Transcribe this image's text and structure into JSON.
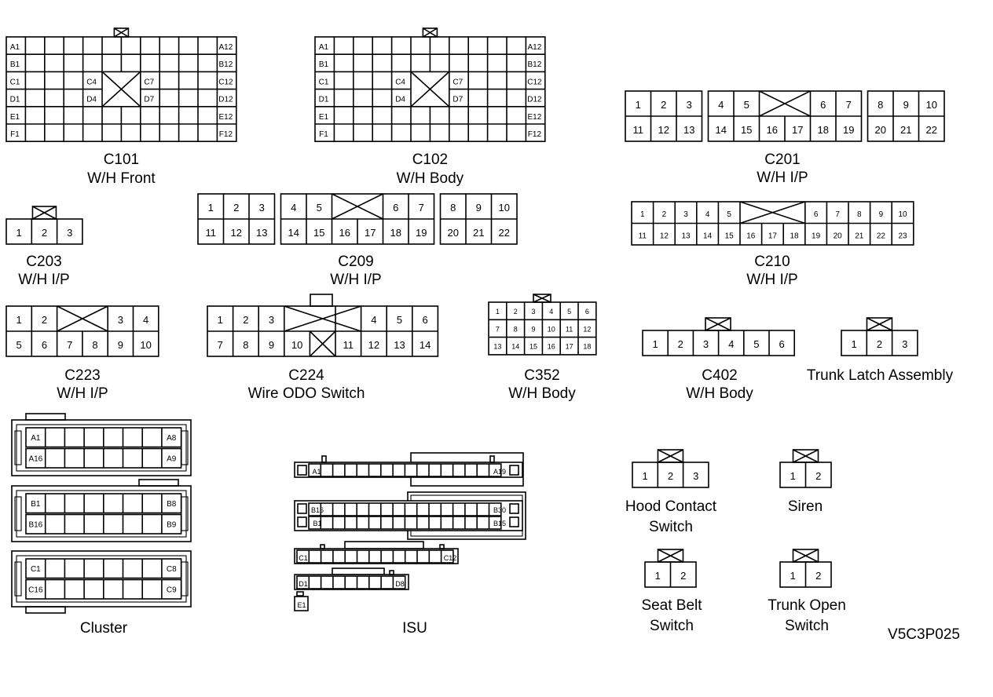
{
  "figure_id": "V5C3P025",
  "connectors": {
    "C101": {
      "code": "C101",
      "name": "W/H Front",
      "labels": [
        "A1",
        "A12",
        "B1",
        "B12",
        "C1",
        "C4",
        "C7",
        "C12",
        "D1",
        "D4",
        "D7",
        "D12",
        "E1",
        "E12",
        "F1",
        "F12"
      ]
    },
    "C102": {
      "code": "C102",
      "name": "W/H Body",
      "labels": [
        "A1",
        "A12",
        "B1",
        "B12",
        "C1",
        "C4",
        "C7",
        "C12",
        "D1",
        "D4",
        "D7",
        "D12",
        "E1",
        "E12",
        "F1",
        "F12"
      ]
    },
    "C201": {
      "code": "C201",
      "name": "W/H I/P",
      "top": [
        "1",
        "2",
        "3",
        "4",
        "5",
        "6",
        "7",
        "8",
        "9",
        "10"
      ],
      "bottom": [
        "11",
        "12",
        "13",
        "14",
        "15",
        "16",
        "17",
        "18",
        "19",
        "20",
        "21",
        "22"
      ]
    },
    "C203": {
      "code": "C203",
      "name": "W/H I/P",
      "pins": [
        "1",
        "2",
        "3"
      ]
    },
    "C209": {
      "code": "C209",
      "name": "W/H I/P",
      "top": [
        "1",
        "2",
        "3",
        "4",
        "5",
        "6",
        "7",
        "8",
        "9",
        "10"
      ],
      "bottom": [
        "11",
        "12",
        "13",
        "14",
        "15",
        "16",
        "17",
        "18",
        "19",
        "20",
        "21",
        "22"
      ]
    },
    "C210": {
      "code": "C210",
      "name": "W/H I/P",
      "top": [
        "1",
        "2",
        "3",
        "4",
        "5",
        "6",
        "7",
        "8",
        "9",
        "10"
      ],
      "bottom": [
        "11",
        "12",
        "13",
        "14",
        "15",
        "16",
        "17",
        "18",
        "19",
        "20",
        "21",
        "22",
        "23"
      ]
    },
    "C223": {
      "code": "C223",
      "name": "W/H I/P",
      "top": [
        "1",
        "2",
        "3",
        "4"
      ],
      "bottom": [
        "5",
        "6",
        "7",
        "8",
        "9",
        "10"
      ]
    },
    "C224": {
      "code": "C224",
      "name": "Wire ODO Switch",
      "top": [
        "1",
        "2",
        "3",
        "4",
        "5",
        "6"
      ],
      "bottom": [
        "7",
        "8",
        "9",
        "10",
        "11",
        "12",
        "13",
        "14"
      ]
    },
    "C352": {
      "code": "C352",
      "name": "W/H Body",
      "rows": [
        [
          "1",
          "2",
          "3",
          "4",
          "5",
          "6"
        ],
        [
          "7",
          "8",
          "9",
          "10",
          "11",
          "12"
        ],
        [
          "13",
          "14",
          "15",
          "16",
          "17",
          "18"
        ]
      ]
    },
    "C402": {
      "code": "C402",
      "name": "W/H Body",
      "pins": [
        "1",
        "2",
        "3",
        "4",
        "5",
        "6"
      ]
    },
    "trunk_latch": {
      "name": "Trunk Latch Assembly",
      "pins": [
        "1",
        "2",
        "3"
      ]
    },
    "cluster": {
      "name": "Cluster",
      "labels": [
        "A1",
        "A8",
        "A16",
        "A9",
        "B1",
        "B8",
        "B16",
        "B9",
        "C1",
        "C8",
        "C16",
        "C9"
      ]
    },
    "isu": {
      "name": "ISU",
      "labels": [
        "A1",
        "A19",
        "B16",
        "B30",
        "B1",
        "B15",
        "C1",
        "C12",
        "D1",
        "D8",
        "E1"
      ]
    },
    "hood_contact": {
      "name_line1": "Hood Contact",
      "name_line2": "Switch",
      "pins": [
        "1",
        "2",
        "3"
      ]
    },
    "siren": {
      "name": "Siren",
      "pins": [
        "1",
        "2"
      ]
    },
    "seat_belt": {
      "name_line1": "Seat Belt",
      "name_line2": "Switch",
      "pins": [
        "1",
        "2"
      ]
    },
    "trunk_open": {
      "name_line1": "Trunk Open",
      "name_line2": "Switch",
      "pins": [
        "1",
        "2"
      ]
    }
  }
}
